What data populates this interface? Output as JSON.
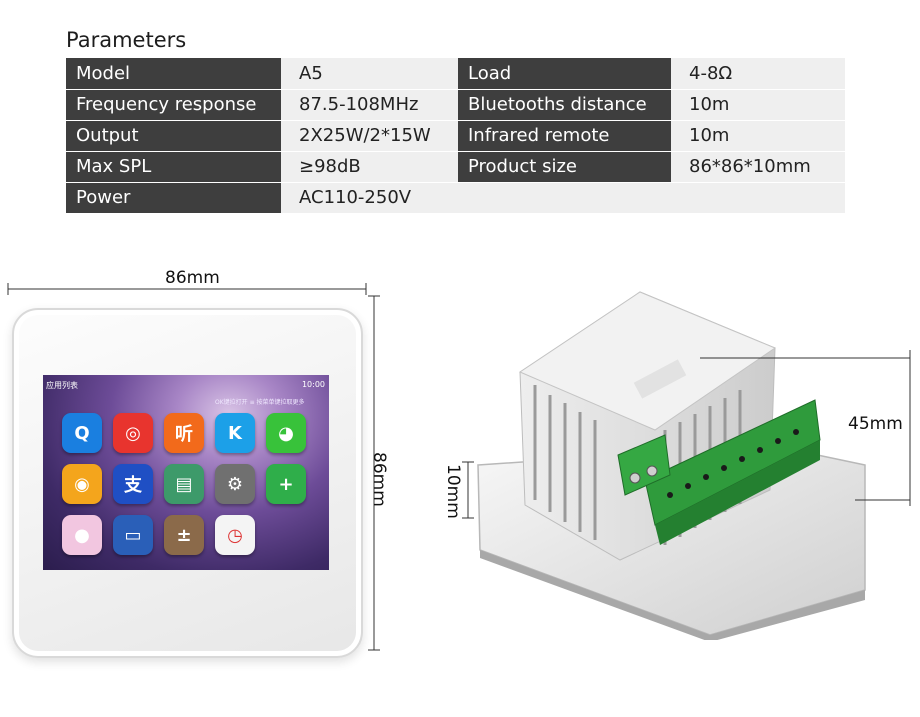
{
  "section_title": "Parameters",
  "params": [
    {
      "k1": "Model",
      "v1": "A5",
      "k2": "Load",
      "v2": "4-8Ω"
    },
    {
      "k1": "Frequency response",
      "v1": "87.5-108MHz",
      "k2": "Bluetooths distance",
      "v2": "10m"
    },
    {
      "k1": "Output",
      "v1": "2X25W/2*15W",
      "k2": "Infrared remote",
      "v2": "10m"
    },
    {
      "k1": "Max SPL",
      "v1": "≥98dB",
      "k2": "Product size",
      "v2": "86*86*10mm"
    },
    {
      "k1": "Power",
      "v1": "AC110-250V",
      "k2": "",
      "v2": ""
    }
  ],
  "dimensions": {
    "width": "86mm",
    "height": "86mm",
    "depth": "45mm",
    "thickness": "10mm"
  },
  "screen": {
    "title": "应用列表",
    "time": "10:00",
    "hint": "OK键拉打开   ≡ 按菜单键拉取更多"
  },
  "apps": [
    {
      "icon": "qq-icon",
      "color": "#1a7fe0",
      "glyph": "Q"
    },
    {
      "icon": "netease-music-icon",
      "color": "#e8342e",
      "glyph": "◎"
    },
    {
      "icon": "listen-app-icon",
      "color": "#f26a1b",
      "glyph": "听"
    },
    {
      "icon": "kugou-icon",
      "color": "#1ca0e8",
      "glyph": "K"
    },
    {
      "icon": "wechat-icon",
      "color": "#38c23a",
      "glyph": "◕"
    },
    {
      "icon": "weibo-icon",
      "color": "#f4a51c",
      "glyph": "◉"
    },
    {
      "icon": "alipay-icon",
      "color": "#1f4fc4",
      "glyph": "支"
    },
    {
      "icon": "radio-icon",
      "color": "#3d9a6a",
      "glyph": "▤"
    },
    {
      "icon": "settings-icon",
      "color": "#707070",
      "glyph": "⚙"
    },
    {
      "icon": "security-icon",
      "color": "#2fae4a",
      "glyph": "+"
    },
    {
      "icon": "bubbles-icon",
      "color": "#f2c6e0",
      "glyph": "●"
    },
    {
      "icon": "tape-icon",
      "color": "#2a5fb8",
      "glyph": "▭"
    },
    {
      "icon": "calculator-icon",
      "color": "#8b6a4a",
      "glyph": "±"
    },
    {
      "icon": "clock-icon",
      "color": "#f4f4f4",
      "glyph": "◷"
    }
  ]
}
